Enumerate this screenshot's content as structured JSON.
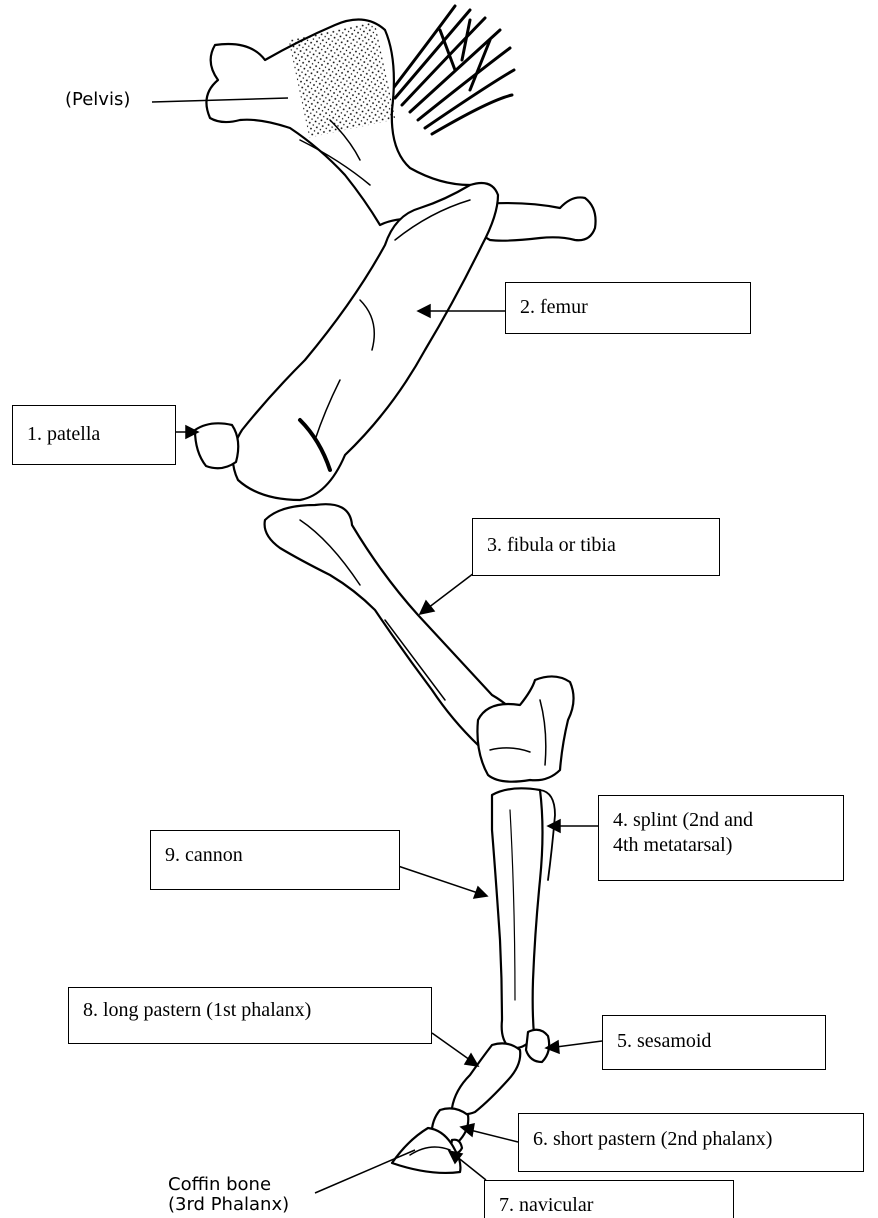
{
  "labels": {
    "pelvis": "(Pelvis)",
    "femur": "2. femur",
    "patella": "1. patella",
    "tibia": "3. fibula or tibia",
    "splint_line1": "4. splint (2nd and",
    "splint_line2": "4th metatarsal)",
    "cannon": "9. cannon",
    "long_pastern": "8. long pastern (1st phalanx)",
    "sesamoid": "5. sesamoid",
    "short_pastern": "6. short pastern (2nd phalanx)",
    "coffin_line1": "Coffin bone",
    "coffin_line2": "(3rd Phalanx)",
    "navicular": "7. navicular"
  }
}
